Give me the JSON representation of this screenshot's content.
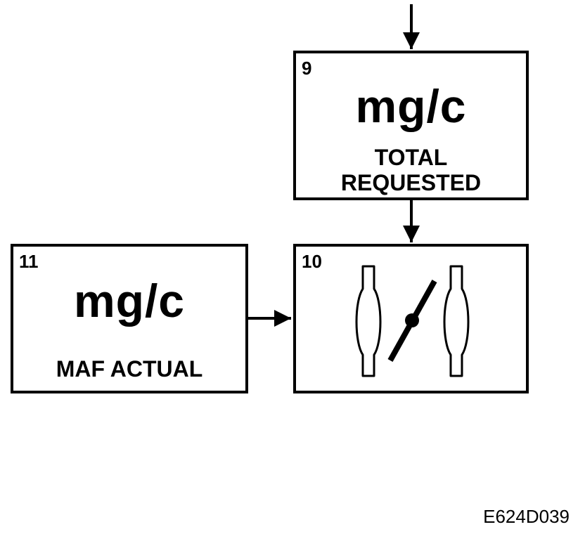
{
  "boxes": {
    "total_requested": {
      "number": "9",
      "unit": "mg/c",
      "label_line1": "TOTAL",
      "label_line2": "REQUESTED"
    },
    "throttle": {
      "number": "10",
      "icon": "throttle-plate-icon"
    },
    "maf_actual": {
      "number": "11",
      "unit": "mg/c",
      "label": "MAF ACTUAL"
    }
  },
  "figure_id": "E624D039"
}
